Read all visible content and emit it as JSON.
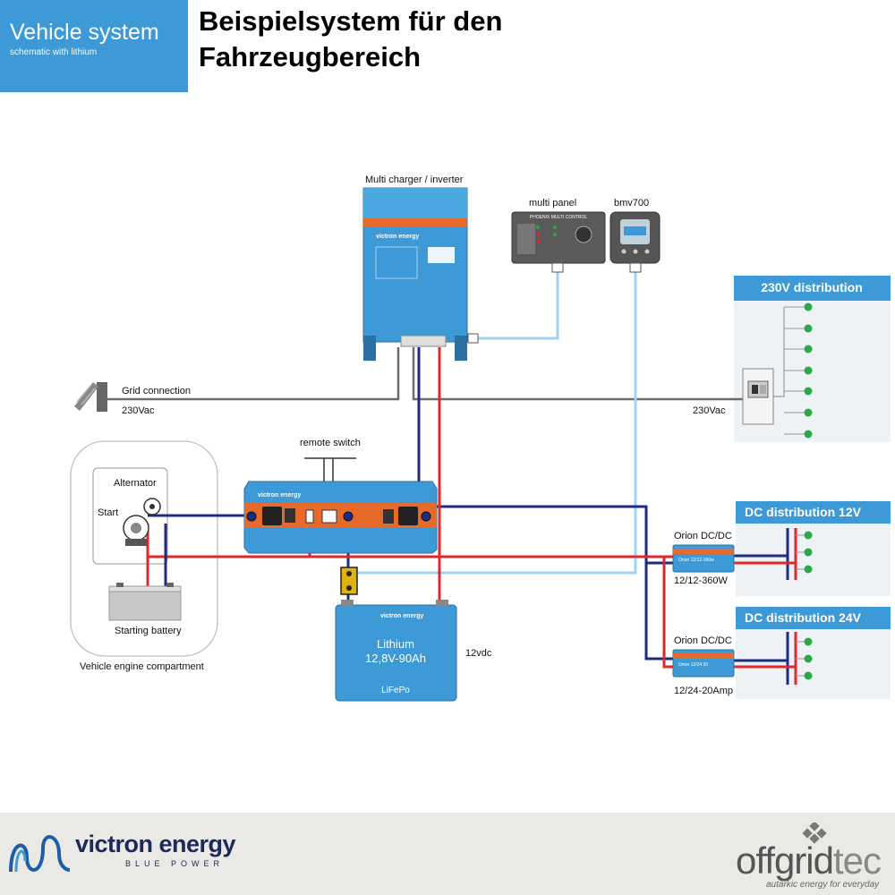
{
  "header": {
    "badge_title": "Vehicle system",
    "badge_subtitle": "schematic with lithium",
    "title_line1": "Beispielsystem für den",
    "title_line2": "Fahrzeugbereich"
  },
  "labels": {
    "multi_inverter": "Multi charger / inverter",
    "multi_panel": "multi panel",
    "phoenix_control": "PHOENIX MULTI CONTROL",
    "bmv": "bmv700",
    "grid_connection": "Grid connection",
    "ac_left": "230Vac",
    "ac_right": "230Vac",
    "remote_switch": "remote switch",
    "alternator": "Alternator",
    "start": "Start",
    "starting_battery": "Starting battery",
    "engine_compartment": "Vehicle engine compartment",
    "battery_line1": "Lithium",
    "battery_line2": "12,8V-90Ah",
    "battery_chem": "LiFePo",
    "dc_voltage": "12vdc",
    "orion1_title": "Orion DC/DC",
    "orion1_spec": "12/12-360W",
    "orion1_device": "Orion 12/12-360w",
    "orion2_title": "Orion DC/DC",
    "orion2_spec": "12/24-20Amp",
    "orion2_device": "Orion 12/24 20",
    "brand_small": "victron energy"
  },
  "distribution": {
    "ac": "230V distribution",
    "dc12": "DC distribution 12V",
    "dc24": "DC distribution 24V"
  },
  "footer": {
    "victron_name": "victron energy",
    "victron_tagline": "BLUE POWER",
    "offgrid_main": "offgrid",
    "offgrid_tec": "tec",
    "offgrid_tagline": "autarkic energy for everyday"
  },
  "colors": {
    "victron_blue": "#3d9ad6",
    "positive": "#e3262b",
    "negative": "#1c2c82",
    "signal": "#9fd3ef",
    "ac_line": "#6c6c6c",
    "status_led": "#2da84a"
  }
}
